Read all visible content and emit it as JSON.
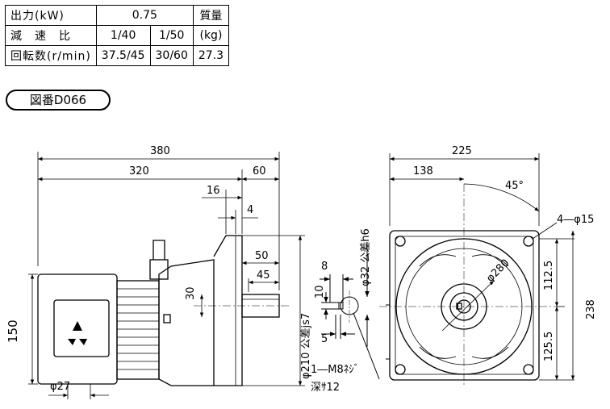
{
  "spec_table": {
    "row1": {
      "label": "出力(kW)",
      "value": "0.75",
      "extra": "質量"
    },
    "row2": {
      "label": "減　速　比",
      "v1": "1/40",
      "v2": "1/50",
      "extra": "(kg)"
    },
    "row3": {
      "label": "回転数(r/min)",
      "v1": "37.5/45",
      "v2": "30/60",
      "extra": "27.3"
    }
  },
  "drawing_number": "図番D066",
  "dimensions": {
    "total_length": "380",
    "body_length": "320",
    "shaft_length": "60",
    "d16": "16",
    "d4": "4",
    "d50": "50",
    "d45": "45",
    "d30": "30",
    "height": "150",
    "motor_dia": "φ27",
    "flange_dia": "φ210 公差js7",
    "shaft_dia": "φ32 公差h6",
    "key_width": "8",
    "key_height": "10",
    "tap_offset": "5",
    "tap_note1": "1―M8ﾈｼﾞ",
    "tap_note2": "深ｻ12",
    "width_total": "225",
    "width_half": "138",
    "angle": "45°",
    "holes": "4―φ15",
    "pcd": "φ280",
    "upper_h": "112.5",
    "lower_h": "125.5",
    "height_total": "238"
  }
}
